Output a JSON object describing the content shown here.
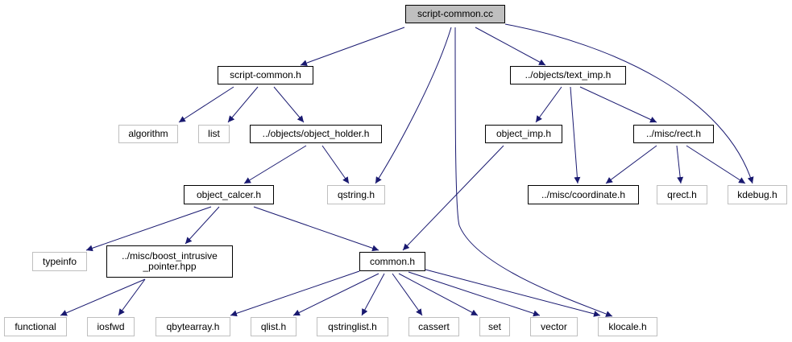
{
  "nodes": {
    "script_common_cc": "script-common.cc",
    "script_common_h": "script-common.h",
    "text_imp_h": "../objects/text_imp.h",
    "algorithm": "algorithm",
    "list": "list",
    "object_holder_h": "../objects/object_holder.h",
    "object_imp_h": "object_imp.h",
    "rect_h": "../misc/rect.h",
    "object_calcer_h": "object_calcer.h",
    "qstring_h": "qstring.h",
    "coordinate_h": "../misc/coordinate.h",
    "qrect_h": "qrect.h",
    "kdebug_h": "kdebug.h",
    "typeinfo": "typeinfo",
    "boost_intrusive_pointer_hpp": "../misc/boost_intrusive\n_pointer.hpp",
    "common_h": "common.h",
    "functional": "functional",
    "iosfwd": "iosfwd",
    "qbytearray_h": "qbytearray.h",
    "qlist_h": "qlist.h",
    "qstringlist_h": "qstringlist.h",
    "cassert": "cassert",
    "set": "set",
    "vector": "vector",
    "klocale_h": "klocale.h"
  },
  "colors": {
    "edge": "#191970",
    "internal_border": "#000000",
    "external_border": "#bfbfbf",
    "root_fill": "#bfbfbf"
  }
}
